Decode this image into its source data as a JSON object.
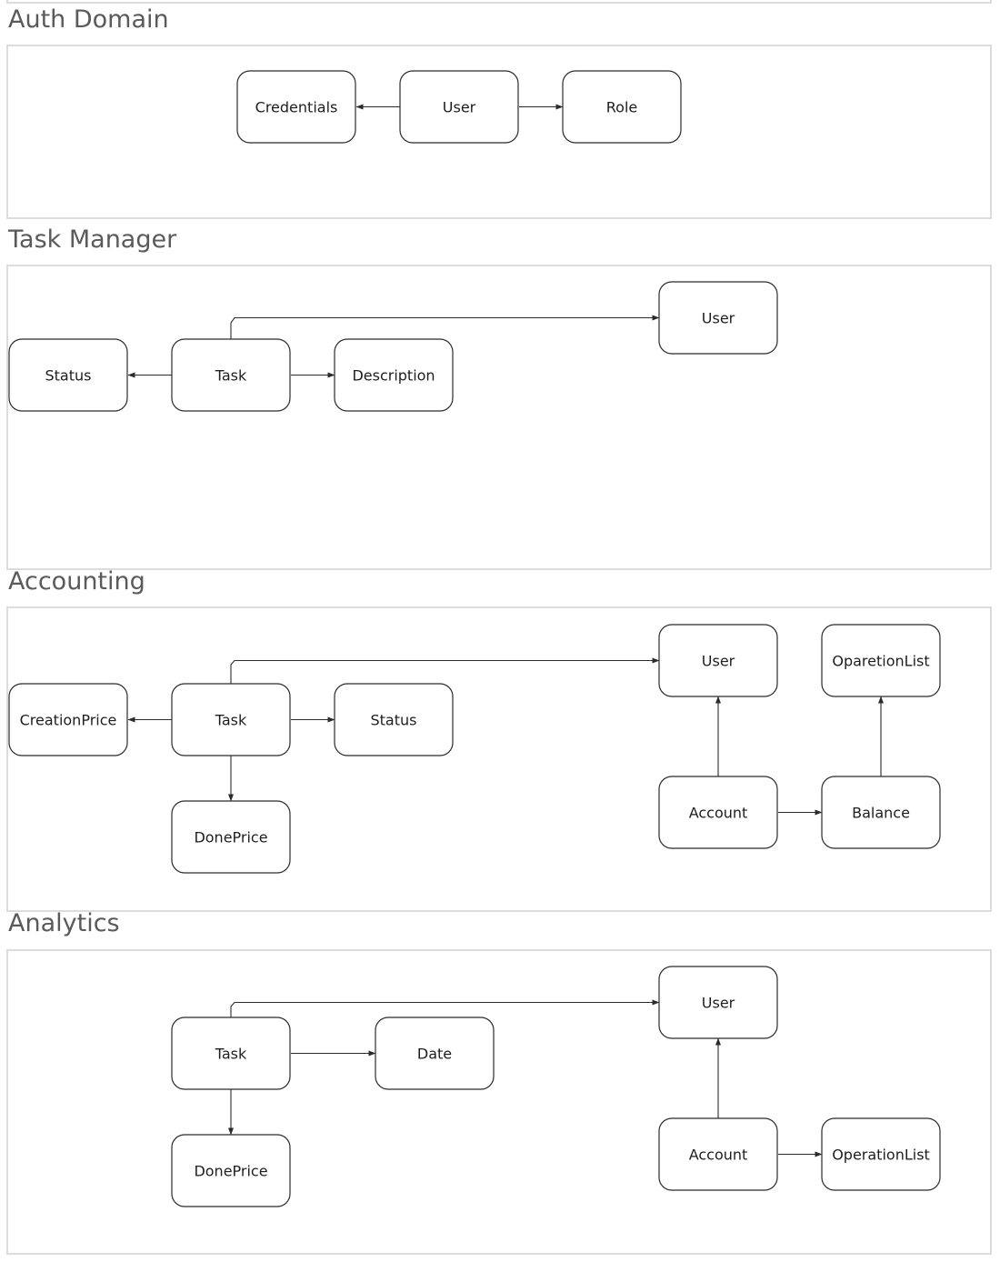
{
  "colors": {
    "frame_border": "#dcdcdc",
    "node_border": "#2b2b2b",
    "title_text": "#5a5a5a",
    "edge": "#2b2b2b"
  },
  "sections": [
    {
      "id": "auth",
      "title": "Auth Domain",
      "nodes": [
        {
          "id": "credentials",
          "label": "Credentials"
        },
        {
          "id": "user",
          "label": "User"
        },
        {
          "id": "role",
          "label": "Role"
        }
      ],
      "edges": [
        {
          "from": "user",
          "to": "credentials"
        },
        {
          "from": "user",
          "to": "role"
        }
      ]
    },
    {
      "id": "task-manager",
      "title": "Task Manager",
      "nodes": [
        {
          "id": "status",
          "label": "Status"
        },
        {
          "id": "task",
          "label": "Task"
        },
        {
          "id": "description",
          "label": "Description"
        },
        {
          "id": "user",
          "label": "User"
        }
      ],
      "edges": [
        {
          "from": "task",
          "to": "status"
        },
        {
          "from": "task",
          "to": "description"
        },
        {
          "from": "task",
          "to": "user"
        }
      ]
    },
    {
      "id": "accounting",
      "title": "Accounting",
      "nodes": [
        {
          "id": "creationprice",
          "label": "CreationPrice"
        },
        {
          "id": "task",
          "label": "Task"
        },
        {
          "id": "status",
          "label": "Status"
        },
        {
          "id": "doneprice",
          "label": "DonePrice"
        },
        {
          "id": "user",
          "label": "User"
        },
        {
          "id": "oparetionlist",
          "label": "OparetionList"
        },
        {
          "id": "account",
          "label": "Account"
        },
        {
          "id": "balance",
          "label": "Balance"
        }
      ],
      "edges": [
        {
          "from": "task",
          "to": "creationprice"
        },
        {
          "from": "task",
          "to": "status"
        },
        {
          "from": "task",
          "to": "doneprice"
        },
        {
          "from": "task",
          "to": "user"
        },
        {
          "from": "account",
          "to": "user"
        },
        {
          "from": "account",
          "to": "balance"
        },
        {
          "from": "balance",
          "to": "oparetionlist"
        }
      ]
    },
    {
      "id": "analytics",
      "title": "Analytics",
      "nodes": [
        {
          "id": "task",
          "label": "Task"
        },
        {
          "id": "date",
          "label": "Date"
        },
        {
          "id": "doneprice",
          "label": "DonePrice"
        },
        {
          "id": "user",
          "label": "User"
        },
        {
          "id": "account",
          "label": "Account"
        },
        {
          "id": "operationlist",
          "label": "OperationList"
        }
      ],
      "edges": [
        {
          "from": "task",
          "to": "date"
        },
        {
          "from": "task",
          "to": "doneprice"
        },
        {
          "from": "task",
          "to": "user"
        },
        {
          "from": "account",
          "to": "user"
        },
        {
          "from": "account",
          "to": "operationlist"
        }
      ]
    }
  ]
}
